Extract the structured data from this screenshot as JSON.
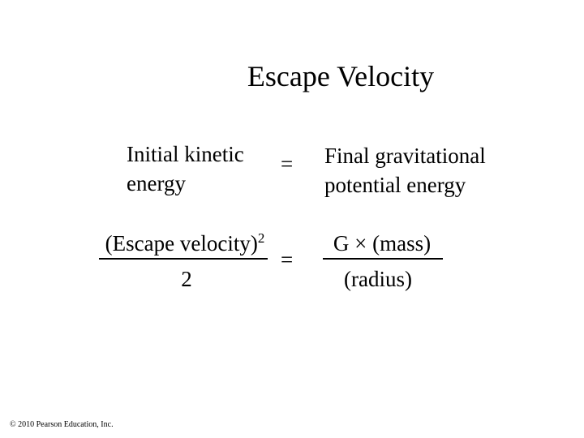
{
  "slide": {
    "title": "Escape Velocity",
    "row1": {
      "lhs_line1": "Initial kinetic",
      "lhs_line2": "energy",
      "equals": "=",
      "rhs_line1": "Final gravitational",
      "rhs_line2": "potential energy"
    },
    "row2": {
      "lhs_numerator": "(Escape velocity)",
      "lhs_numerator_exponent": "2",
      "lhs_denominator": "2",
      "equals": "=",
      "rhs_numerator": "G × (mass)",
      "rhs_denominator": "(radius)"
    },
    "copyright": "© 2010 Pearson Education, Inc."
  }
}
